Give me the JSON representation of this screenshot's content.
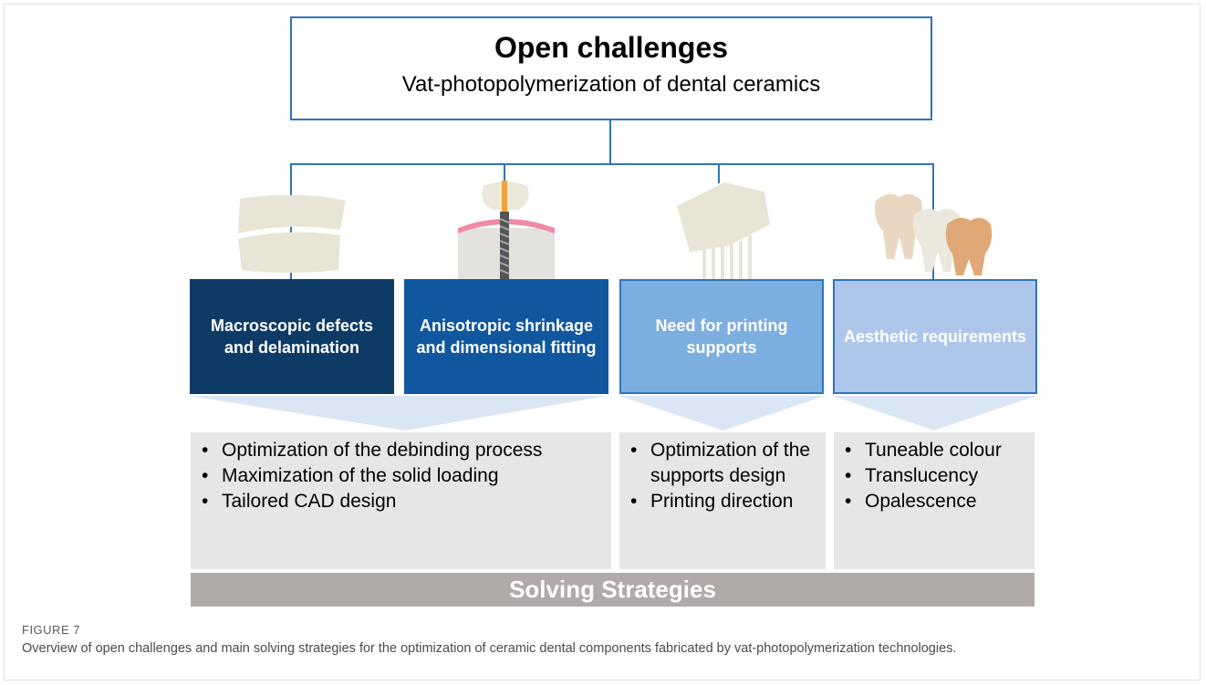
{
  "diagram": {
    "title": "Open challenges",
    "subtitle": "Vat-photopolymerization of dental ceramics",
    "challenges": [
      {
        "label": "Macroscopic defects and delamination",
        "color": "#0e3a66"
      },
      {
        "label": "Anisotropic shrinkage and dimensional fitting",
        "color": "#10579f"
      },
      {
        "label": "Need for printing supports",
        "color": "#7caee0"
      },
      {
        "label": "Aesthetic requirements",
        "color": "#aec6ea"
      }
    ],
    "strategies": [
      {
        "items": [
          "Optimization of the debinding process",
          "Maximization of the solid loading",
          "Tailored CAD design"
        ]
      },
      {
        "items": [
          "Optimization of the supports design",
          "Printing direction"
        ]
      },
      {
        "items": [
          "Tuneable colour",
          "Translucency",
          "Opalescence"
        ]
      }
    ],
    "footer_bar": "Solving Strategies",
    "colors": {
      "line": "#2f74b8",
      "icon_fill": "#e8e5d6",
      "strategy_bg": "#e6e6e6",
      "footer_bg": "#b0aba9",
      "arrow_fill": "#dae6f4"
    }
  },
  "caption": {
    "label": "FIGURE 7",
    "text": "Overview of open challenges and main solving strategies for the optimization of ceramic dental components fabricated by vat-photopolymerization technologies."
  }
}
